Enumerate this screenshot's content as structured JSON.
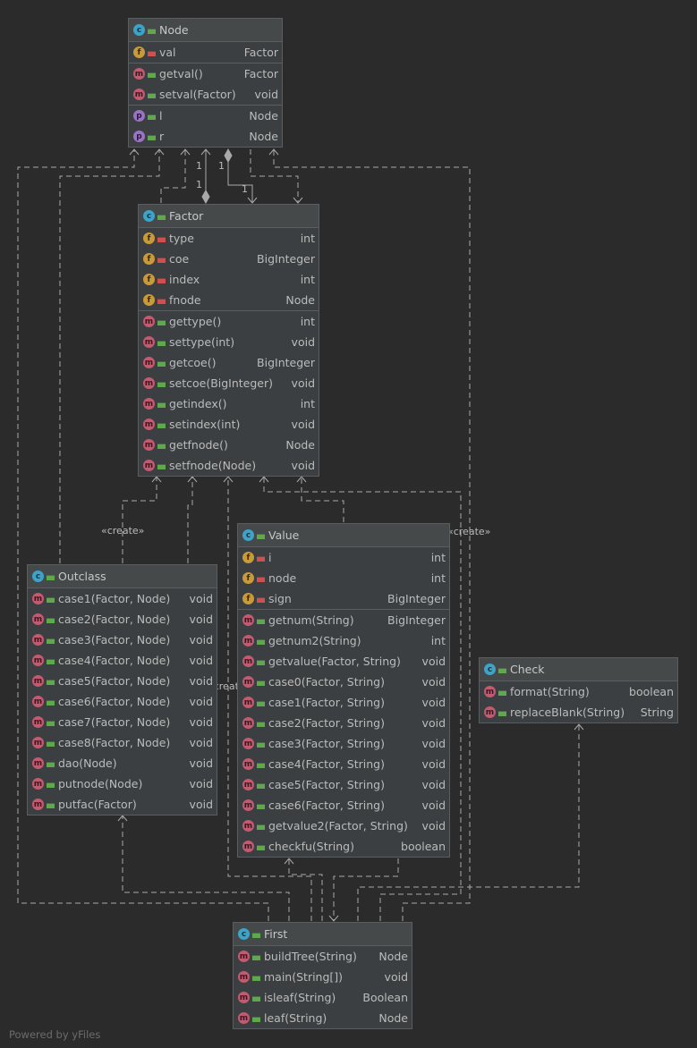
{
  "classes": {
    "node": {
      "name": "Node",
      "fields": [
        {
          "name": "val",
          "type": "Factor"
        }
      ],
      "methods": [
        {
          "name": "getval()",
          "type": "Factor"
        },
        {
          "name": "setval(Factor)",
          "type": "void"
        }
      ],
      "properties": [
        {
          "name": "l",
          "type": "Node"
        },
        {
          "name": "r",
          "type": "Node"
        }
      ]
    },
    "factor": {
      "name": "Factor",
      "fields": [
        {
          "name": "type",
          "type": "int"
        },
        {
          "name": "coe",
          "type": "BigInteger"
        },
        {
          "name": "index",
          "type": "int"
        },
        {
          "name": "fnode",
          "type": "Node"
        }
      ],
      "methods": [
        {
          "name": "gettype()",
          "type": "int"
        },
        {
          "name": "settype(int)",
          "type": "void"
        },
        {
          "name": "getcoe()",
          "type": "BigInteger"
        },
        {
          "name": "setcoe(BigInteger)",
          "type": "void"
        },
        {
          "name": "getindex()",
          "type": "int"
        },
        {
          "name": "setindex(int)",
          "type": "void"
        },
        {
          "name": "getfnode()",
          "type": "Node"
        },
        {
          "name": "setfnode(Node)",
          "type": "void"
        }
      ]
    },
    "value": {
      "name": "Value",
      "fields": [
        {
          "name": "i",
          "type": "int"
        },
        {
          "name": "node",
          "type": "int"
        },
        {
          "name": "sign",
          "type": "BigInteger"
        }
      ],
      "methods": [
        {
          "name": "getnum(String)",
          "type": "BigInteger"
        },
        {
          "name": "getnum2(String)",
          "type": "int"
        },
        {
          "name": "getvalue(Factor, String)",
          "type": "void"
        },
        {
          "name": "case0(Factor, String)",
          "type": "void"
        },
        {
          "name": "case1(Factor, String)",
          "type": "void"
        },
        {
          "name": "case2(Factor, String)",
          "type": "void"
        },
        {
          "name": "case3(Factor, String)",
          "type": "void"
        },
        {
          "name": "case4(Factor, String)",
          "type": "void"
        },
        {
          "name": "case5(Factor, String)",
          "type": "void"
        },
        {
          "name": "case6(Factor, String)",
          "type": "void"
        },
        {
          "name": "getvalue2(Factor, String)",
          "type": "void"
        },
        {
          "name": "checkfu(String)",
          "type": "boolean"
        }
      ]
    },
    "outclass": {
      "name": "Outclass",
      "methods": [
        {
          "name": "case1(Factor, Node)",
          "type": "void"
        },
        {
          "name": "case2(Factor, Node)",
          "type": "void"
        },
        {
          "name": "case3(Factor, Node)",
          "type": "void"
        },
        {
          "name": "case4(Factor, Node)",
          "type": "void"
        },
        {
          "name": "case5(Factor, Node)",
          "type": "void"
        },
        {
          "name": "case6(Factor, Node)",
          "type": "void"
        },
        {
          "name": "case7(Factor, Node)",
          "type": "void"
        },
        {
          "name": "case8(Factor, Node)",
          "type": "void"
        },
        {
          "name": "dao(Node)",
          "type": "void"
        },
        {
          "name": "putnode(Node)",
          "type": "void"
        },
        {
          "name": "putfac(Factor)",
          "type": "void"
        }
      ]
    },
    "check": {
      "name": "Check",
      "methods": [
        {
          "name": "format(String)",
          "type": "boolean"
        },
        {
          "name": "replaceBlank(String)",
          "type": "String"
        }
      ]
    },
    "first": {
      "name": "First",
      "methods": [
        {
          "name": "buildTree(String)",
          "type": "Node"
        },
        {
          "name": "main(String[])",
          "type": "void"
        },
        {
          "name": "isleaf(String)",
          "type": "Boolean"
        },
        {
          "name": "leaf(String)",
          "type": "Node"
        }
      ]
    }
  },
  "labels": {
    "create": "«create»",
    "mult_one": "1"
  },
  "badges": {
    "class": "c",
    "field": "f",
    "method": "m",
    "property": "p"
  },
  "colors": {
    "background": "#2b2b2b",
    "box": "#3c3f41",
    "edge": "#a9a9a9",
    "class_badge": "#3ea3c9",
    "field_badge": "#c99a3a",
    "method_badge": "#c25a70",
    "property_badge": "#9a74c2"
  },
  "footer": "Powered by yFiles"
}
